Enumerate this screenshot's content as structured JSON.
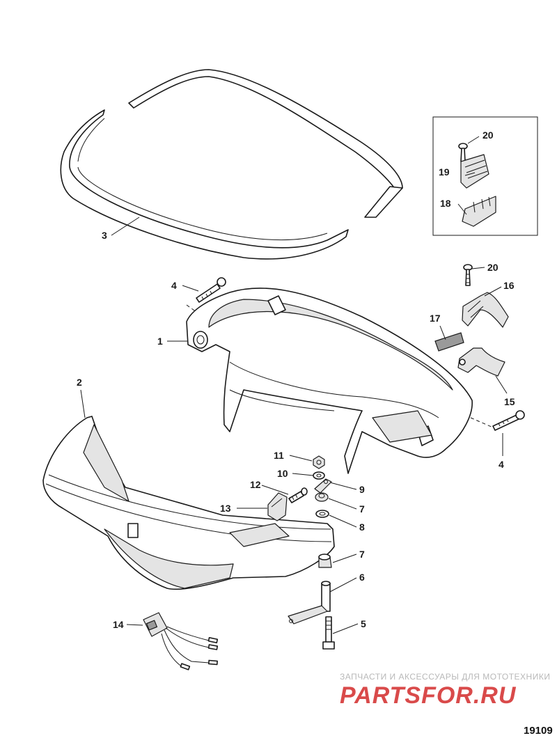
{
  "figure_number": "19109",
  "watermark": {
    "tagline": "ЗАПЧАСТИ И АКСЕССУАРЫ ДЛЯ МОТОТЕХНИКИ",
    "brand": "PARTSFOR.RU"
  },
  "callouts": [
    "20",
    "19",
    "18",
    "3",
    "4",
    "20",
    "16",
    "1",
    "17",
    "15",
    "2",
    "4",
    "11",
    "10",
    "9",
    "12",
    "7",
    "13",
    "8",
    "7",
    "6",
    "14",
    "5"
  ]
}
